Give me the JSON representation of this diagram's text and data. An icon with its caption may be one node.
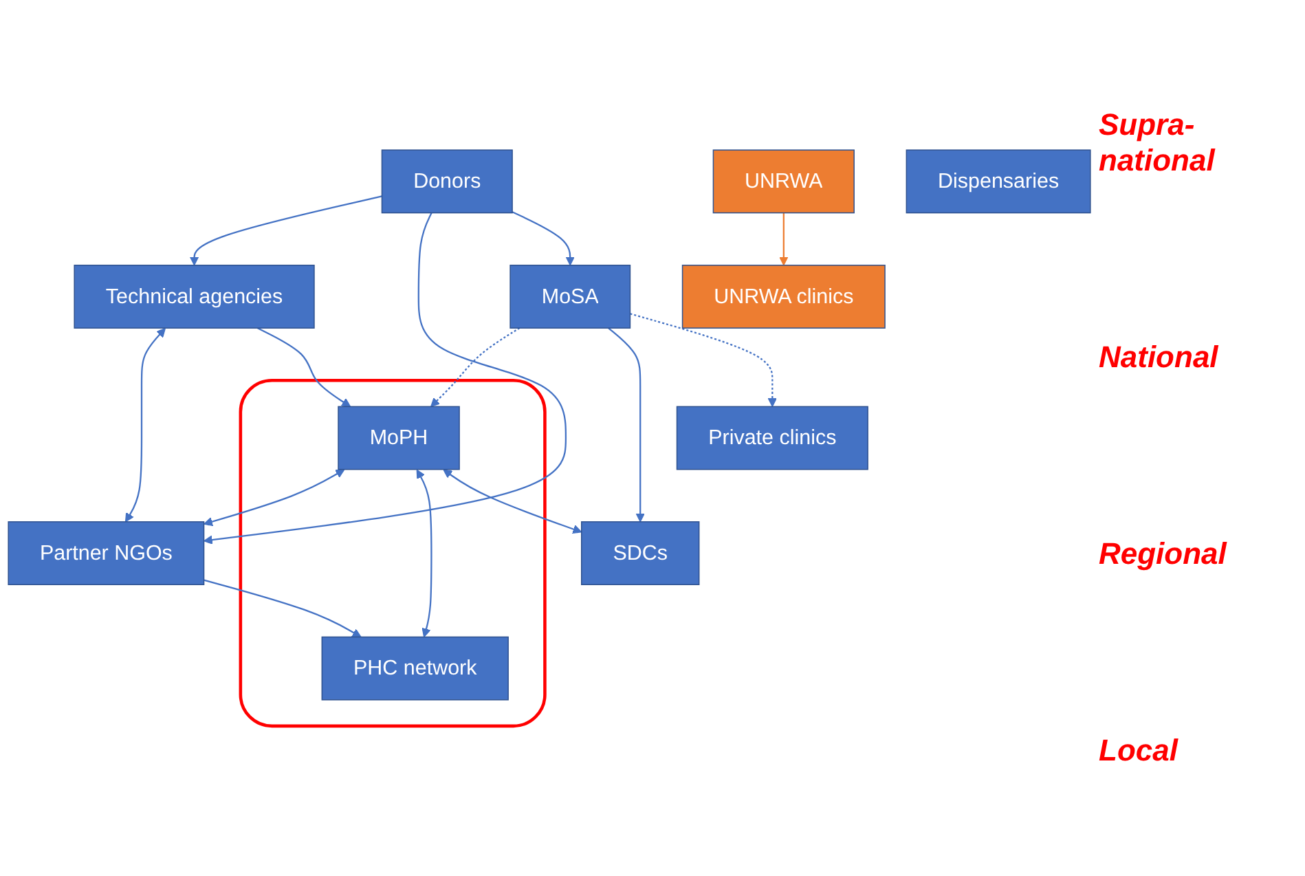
{
  "diagram": {
    "nodes": [
      {
        "text": [
          "UNRWA"
        ]
      },
      {
        "text": [
          "Donors"
        ]
      },
      {
        "text": [
          "Technical agencies"
        ]
      },
      {
        "text": [
          "Partner NGOs"
        ]
      },
      {
        "text": [],
        "shape": "box"
      },
      {
        "text": [
          "MoPH"
        ],
        "in": 4
      },
      {
        "text": [
          "MoSA"
        ]
      },
      {
        "text": [
          "PHC network"
        ],
        "in": 4
      },
      {
        "text": [
          "SDCs"
        ]
      },
      {
        "text": [
          "Private clinics"
        ]
      },
      {
        "text": [
          "UNRWA clinics"
        ]
      },
      {
        "text": [
          "Dispensaries"
        ]
      }
    ],
    "edges": [
      {
        "from": 0,
        "to": 10,
        "arrow": "to",
        "color": "#ed7d31"
      },
      {
        "from": 1,
        "to": 2,
        "arrow": "to"
      },
      {
        "from": 1,
        "to": 3,
        "arrow": "to"
      },
      {
        "from": 1,
        "to": 6,
        "arrow": "to"
      },
      {
        "from": 2,
        "to": 3,
        "arrow": "both"
      },
      {
        "from": 2,
        "to": 5,
        "arrow": "to"
      },
      {
        "from": 5,
        "to": 3,
        "arrow": "both"
      },
      {
        "from": 5,
        "to": 7,
        "arrow": "both"
      },
      {
        "from": 5,
        "to": 8,
        "arrow": "both"
      },
      {
        "from": 6,
        "to": 5,
        "arrow": "to",
        "style": "dashed"
      },
      {
        "from": 6,
        "to": 8,
        "arrow": "to"
      },
      {
        "from": 6,
        "to": 9,
        "arrow": "to",
        "style": "dashed"
      },
      {
        "from": 3,
        "to": 7,
        "arrow": "to"
      }
    ],
    "labels": [
      "Supra-national",
      "National",
      "Regional",
      "Local"
    ]
  }
}
